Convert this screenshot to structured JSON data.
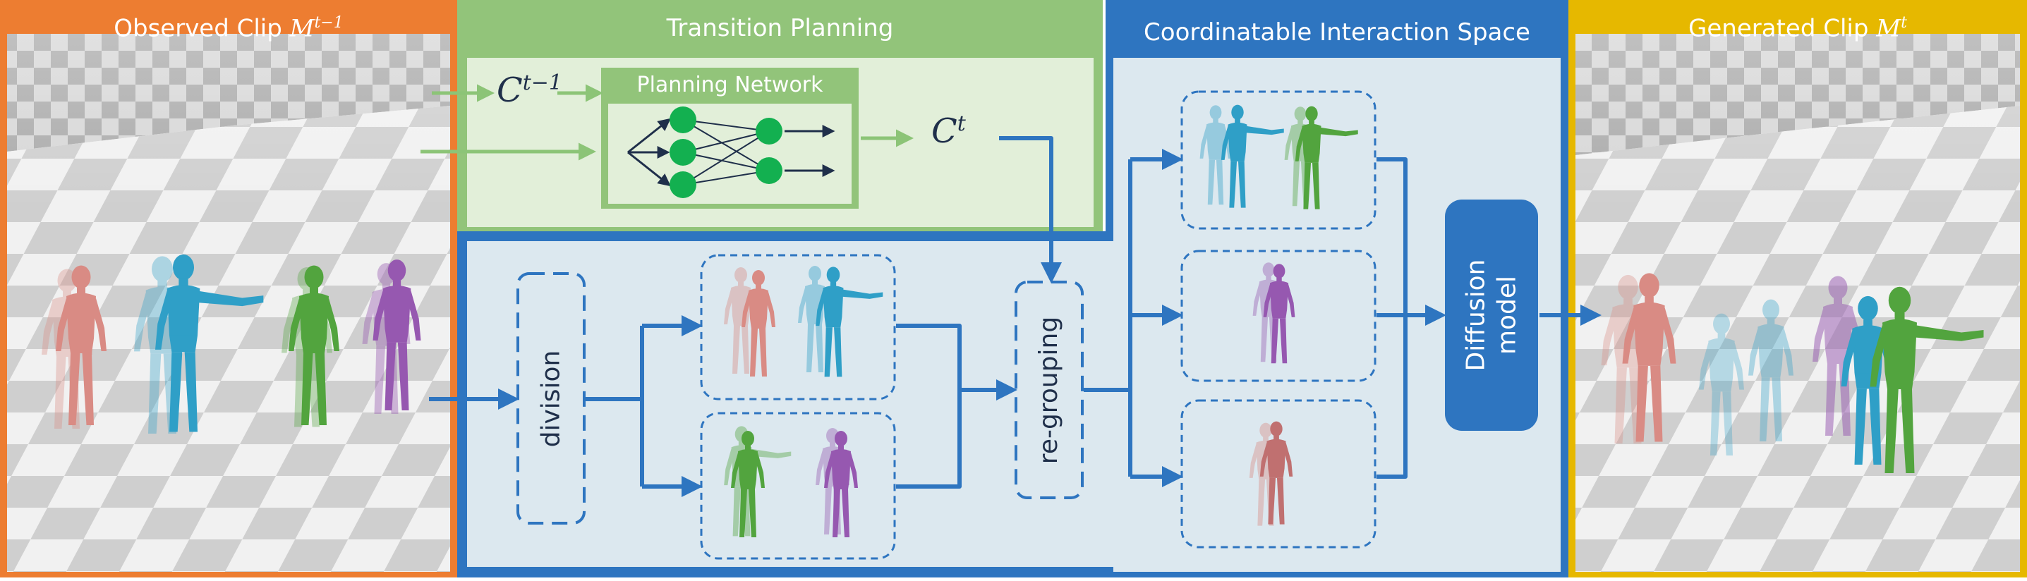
{
  "panels": {
    "observed": {
      "title_text": "Observed Clip ",
      "title_math": "M",
      "title_sup": "t−1",
      "color": "#ed7d31"
    },
    "transition": {
      "title": "Transition Planning",
      "color": "#92c47a"
    },
    "interaction": {
      "title": "Coordinatable Interaction Space",
      "color": "#2e75c0"
    },
    "generated": {
      "title_text": "Generated Clip ",
      "title_math": "M",
      "title_sup": "t",
      "color": "#e6b800"
    }
  },
  "planning": {
    "network_label": "Planning Network",
    "input_symbol": "C",
    "input_sup": "t−1",
    "output_symbol": "C",
    "output_sup": "t"
  },
  "blocks": {
    "division": "division",
    "regrouping": "re-grouping",
    "diffusion_line1": "Diffusion",
    "diffusion_line2": "model"
  },
  "colors": {
    "arrow_blue": "#2e75c0",
    "arrow_green": "#8cc477",
    "node_green": "#13b050",
    "panel_fill": "#dce8ef",
    "transition_fill": "#e2efd9",
    "agent_red": "#d98b84",
    "agent_blue": "#2f9fc7",
    "agent_green": "#52a43e",
    "agent_purple": "#9658b0"
  },
  "icons": [
    "humanoid-figure-icon",
    "checkerboard-floor",
    "neural-network-node"
  ]
}
